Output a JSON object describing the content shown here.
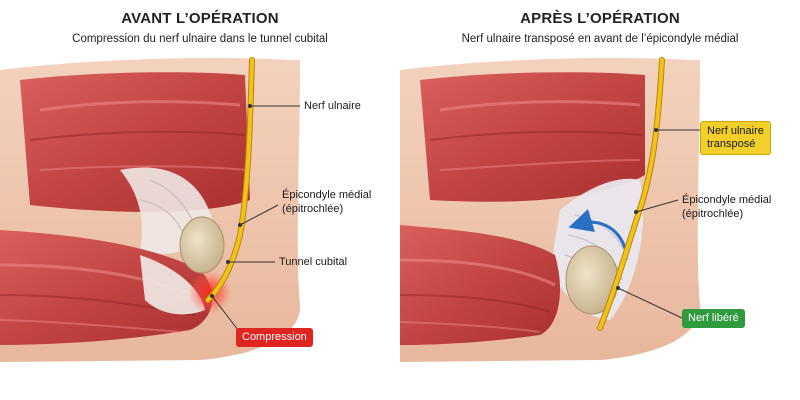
{
  "before": {
    "title": "AVANT L’OPÉRATION",
    "subtitle": "Compression du nerf ulnaire dans le tunnel cubital",
    "labels": {
      "nerve": "Nerf ulnaire",
      "epicondyle_line1": "Épicondyle médial",
      "epicondyle_line2": "(épitrochlée)",
      "tunnel": "Tunnel cubital",
      "compression": "Compression"
    }
  },
  "after": {
    "title": "APRÈS L’OPÉRATION",
    "subtitle": "Nerf ulnaire transposé en avant de l’épicondyle médial",
    "labels": {
      "nerve_line1": "Nerf ulnaire",
      "nerve_line2": "transposé",
      "epicondyle_line1": "Épicondyle médial",
      "epicondyle_line2": "(épitrochlée)",
      "released": "Nerf libéré"
    }
  },
  "colors": {
    "nerve": "#f2c21b",
    "compression": "#e0241f",
    "transposed_tag": "#f2cf2a",
    "released_tag": "#2f9a3e",
    "arrow": "#2a6fc4"
  }
}
